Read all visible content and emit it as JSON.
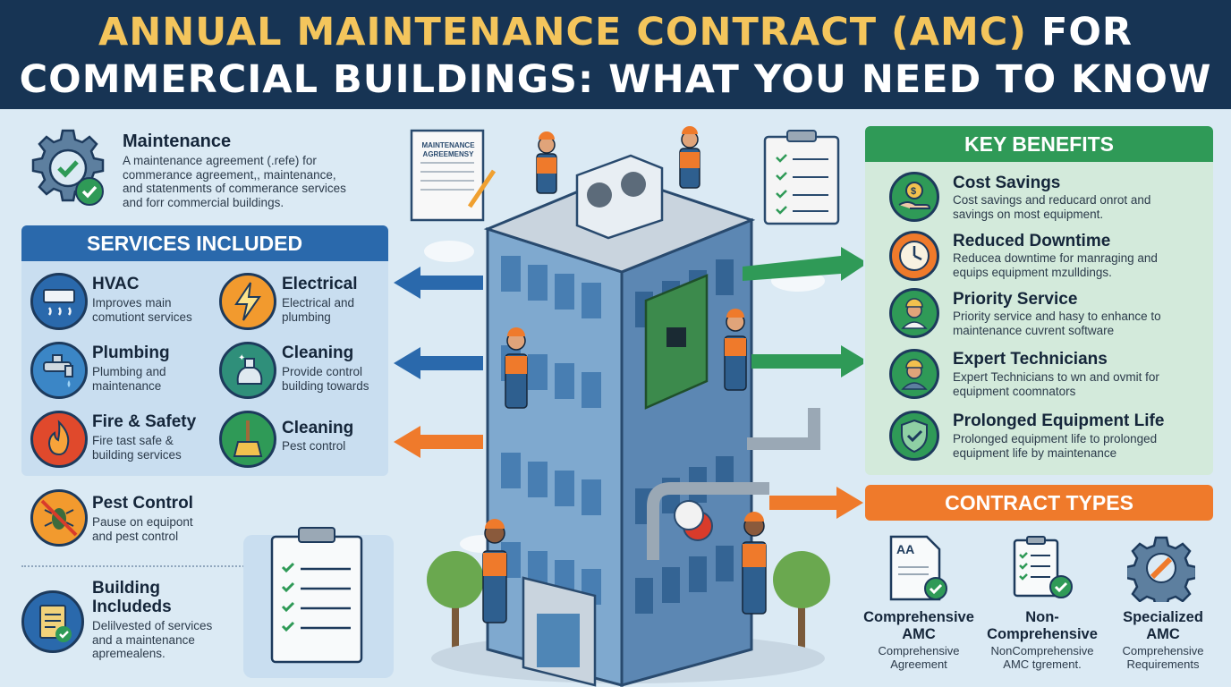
{
  "header": {
    "title_part1": "ANNUAL MAINTENANCE CONTRACT (AMC)",
    "title_part2": " FOR",
    "title_line2": "COMMERCIAL BUILDINGS: WHAT YOU NEED TO KNOW"
  },
  "intro": {
    "title": "Maintenance",
    "desc_lines": [
      "A maintenance agreement (.refe) for",
      "commerance agreement,, maintenance,",
      "and statenments of commerance services",
      "and forr commercial buildings."
    ]
  },
  "services": {
    "header": "SERVICES INCLUDED",
    "items": [
      {
        "title": "HVAC",
        "desc": [
          "Improves main",
          "comutiont services"
        ]
      },
      {
        "title": "Electrical",
        "desc": [
          "Electrical and",
          "plumbing"
        ]
      },
      {
        "title": "Plumbing",
        "desc": [
          "Plumbing and",
          "maintenance"
        ]
      },
      {
        "title": "Cleaning",
        "desc": [
          "Provide control",
          "building towards"
        ]
      },
      {
        "title": "Fire & Safety",
        "desc": [
          "Fire tast safe &",
          "building services"
        ]
      },
      {
        "title": "Cleaning",
        "desc": [
          "Pest control"
        ]
      }
    ]
  },
  "pest": {
    "title": "Pest Control",
    "desc": [
      "Pause on equipont",
      "and pest control"
    ]
  },
  "building": {
    "title": [
      "Building",
      "Includeds"
    ],
    "desc": [
      "Delilvested of services",
      "and a maintenance",
      "apremealens."
    ]
  },
  "document": {
    "label_1": "MAINTENANCE",
    "label_2": "AGREEMENSY"
  },
  "benefits": {
    "header": "KEY BENEFITS",
    "items": [
      {
        "title": "Cost Savings",
        "desc": [
          "Cost savings and reducard onrot and",
          "savings on most equipment."
        ]
      },
      {
        "title": "Reduced Downtime",
        "desc": [
          "Reducea downtime for manraging and",
          "equips equipment mzulldings."
        ]
      },
      {
        "title": "Priority Service",
        "desc": [
          "Priority service and hasy to enhance to",
          "maintenance cuvrent software"
        ]
      },
      {
        "title": "Expert Technicians",
        "desc": [
          "Expert Technicians to wn and ovmit for",
          "equipment coomnators"
        ]
      },
      {
        "title": "Prolonged Equipment Life",
        "desc": [
          "Prolonged equipment life to prolonged",
          "equipment life by maintenance"
        ]
      }
    ]
  },
  "contracts": {
    "header": "CONTRACT TYPES",
    "doc_label": "AA",
    "items": [
      {
        "title": [
          "Comprehensive",
          "AMC"
        ],
        "desc": [
          "Comprehensive",
          "Agreement"
        ]
      },
      {
        "title": [
          "Non-",
          "Comprehensive"
        ],
        "desc": [
          "NonComprehensive",
          "AMC tgrement."
        ]
      },
      {
        "title": [
          "Specialized",
          "AMC"
        ],
        "desc": [
          "Comprehensive",
          "Requirements"
        ]
      }
    ]
  },
  "colors": {
    "header_bg": "#173454",
    "title_gold": "#f4c55c",
    "services_blue": "#2a69ac",
    "benefits_green": "#2f9a57",
    "contracts_orange": "#ef7a2b"
  }
}
